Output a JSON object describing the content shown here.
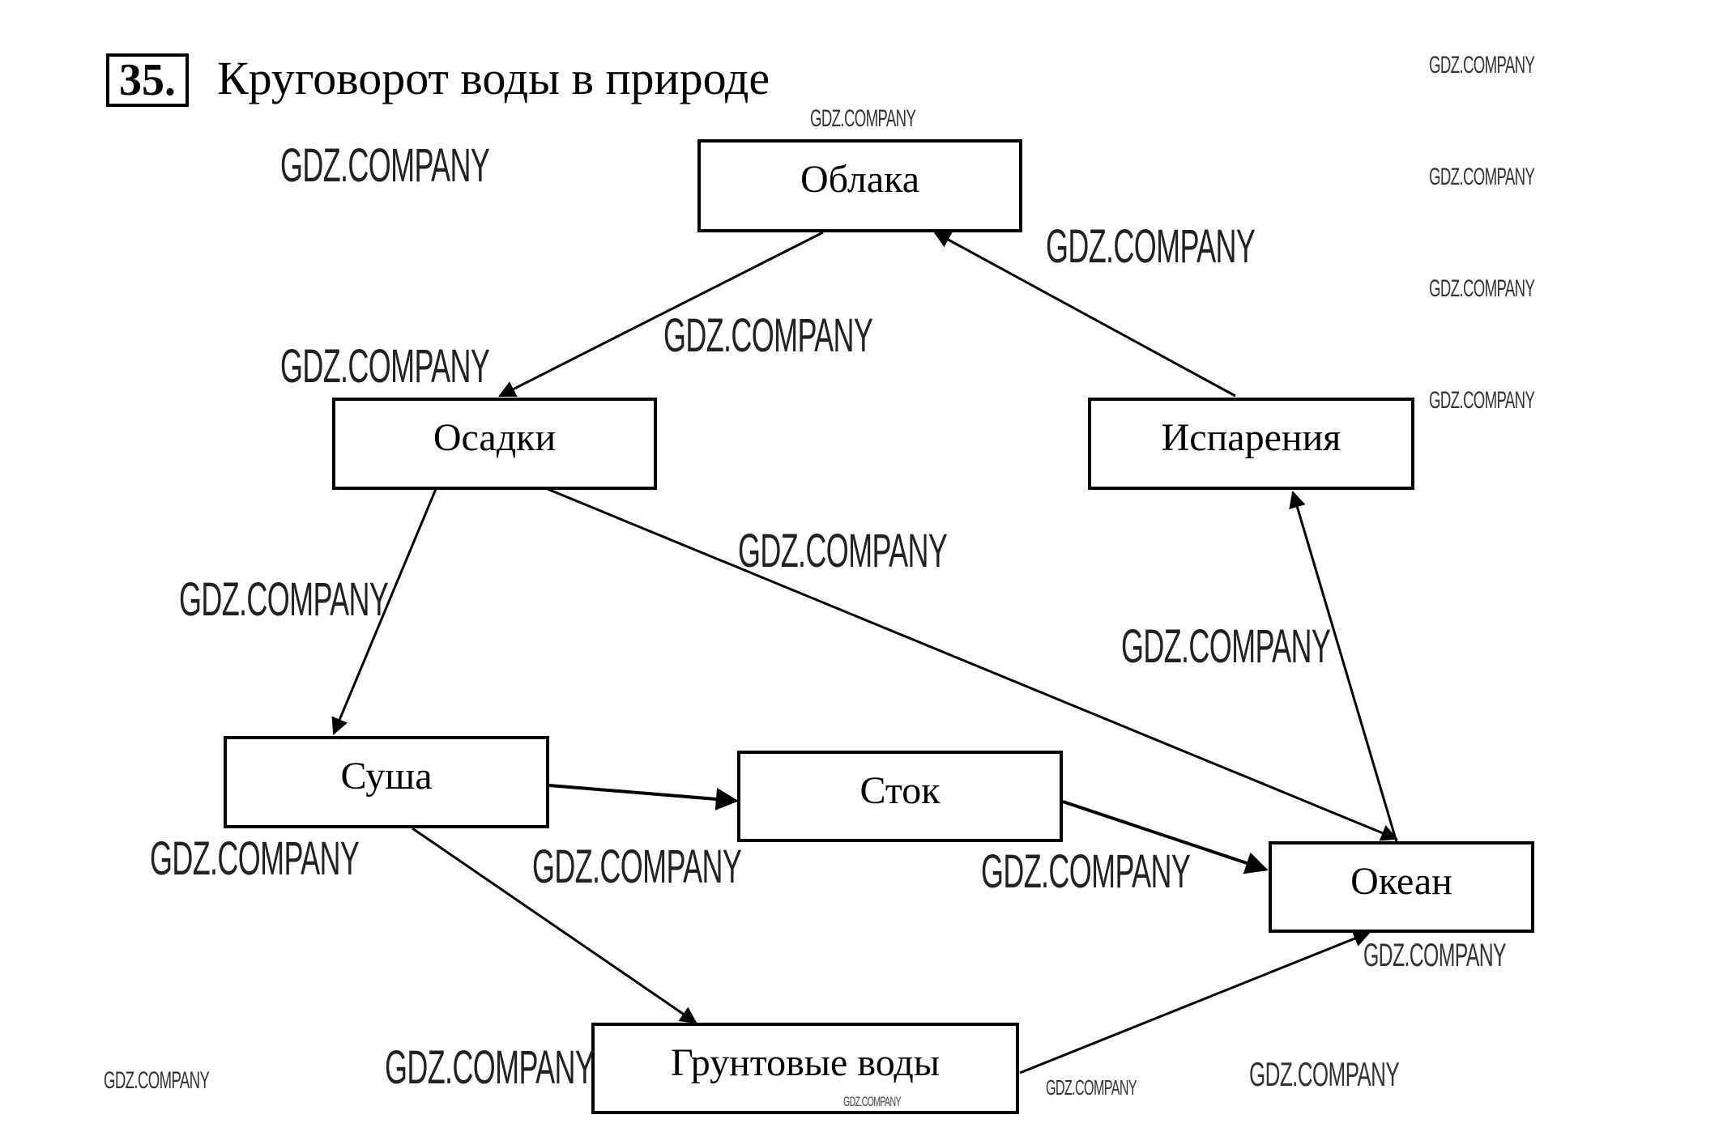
{
  "exercise": {
    "number": "35.",
    "title": "Круговорот воды в природе"
  },
  "nodes": {
    "clouds": "Облака",
    "precipitation": "Осадки",
    "evaporation": "Испарения",
    "land": "Суша",
    "runoff": "Сток",
    "ocean": "Океан",
    "groundwater": "Грунтовые воды"
  },
  "edges": [
    {
      "from": "Облака",
      "to": "Осадки"
    },
    {
      "from": "Испарения",
      "to": "Облака"
    },
    {
      "from": "Осадки",
      "to": "Суша"
    },
    {
      "from": "Осадки",
      "to": "Океан"
    },
    {
      "from": "Океан",
      "to": "Испарения"
    },
    {
      "from": "Суша",
      "to": "Сток"
    },
    {
      "from": "Сток",
      "to": "Океан"
    },
    {
      "from": "Суша",
      "to": "Грунтовые воды"
    },
    {
      "from": "Грунтовые воды",
      "to": "Океан"
    }
  ],
  "watermark": "GDZ.COMPANY"
}
